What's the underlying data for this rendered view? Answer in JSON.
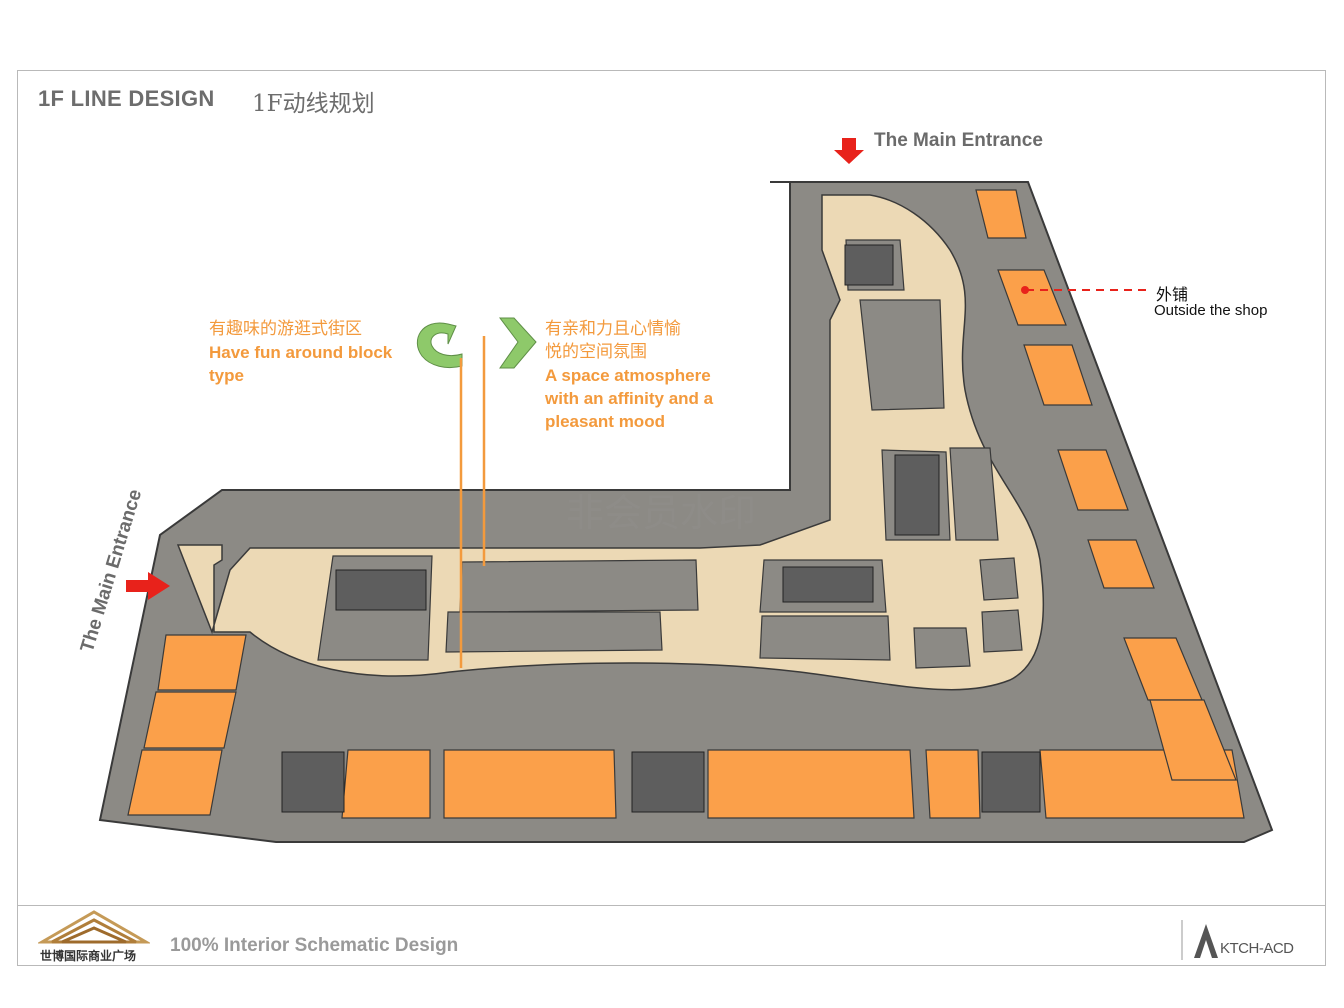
{
  "header": {
    "title_en": "1F LINE DESIGN",
    "title_zh": "1F动线规划"
  },
  "labels": {
    "main_entrance_top": "The Main Entrance",
    "main_entrance_left": "The Main Entrance",
    "fun_zh": "有趣味的游逛式街区",
    "fun_en_line1": "Have fun around block",
    "fun_en_line2": "type",
    "affinity_zh_line1": "有亲和力且心情愉",
    "affinity_zh_line2": "悦的空间氛围",
    "affinity_en_line1": "A space atmosphere",
    "affinity_en_line2": "with an affinity and a",
    "affinity_en_line3": "pleasant mood",
    "outside_shop_zh": "外铺",
    "outside_shop_en": "Outside the shop",
    "watermark": "非会员水印"
  },
  "footer": {
    "tagline": "100% Interior Schematic Design",
    "logo_left_text": "世博国际商业广场",
    "logo_right_text": "KTCH-ACD"
  },
  "colors": {
    "shop_fill": "#8c8a85",
    "outer_shop_fill": "#fba04a",
    "corridor_fill": "#ecd9b5",
    "accent_orange": "#f39a3d",
    "arrow_red": "#e8221b",
    "curve_arrow_green": "#8ec96a"
  }
}
